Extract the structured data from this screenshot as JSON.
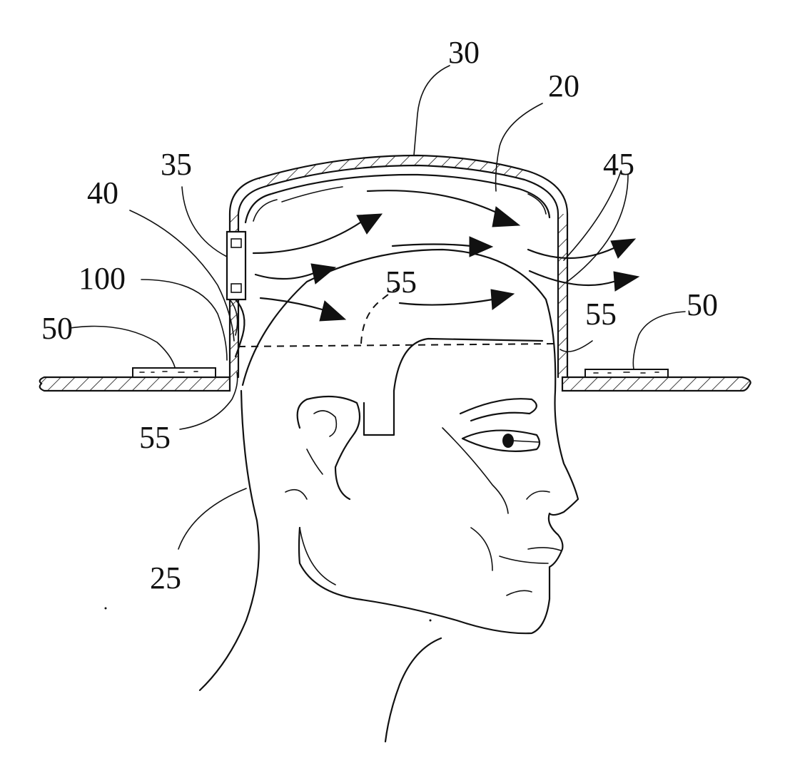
{
  "labels": {
    "hat_top": "30",
    "cavity": "20",
    "connector": "35",
    "hose": "40",
    "fan": "100",
    "vents": "45",
    "pad_left": "50",
    "pad_right": "50",
    "seal_center": "55",
    "seal_right": "55",
    "seal_left": "55",
    "head": "25"
  }
}
